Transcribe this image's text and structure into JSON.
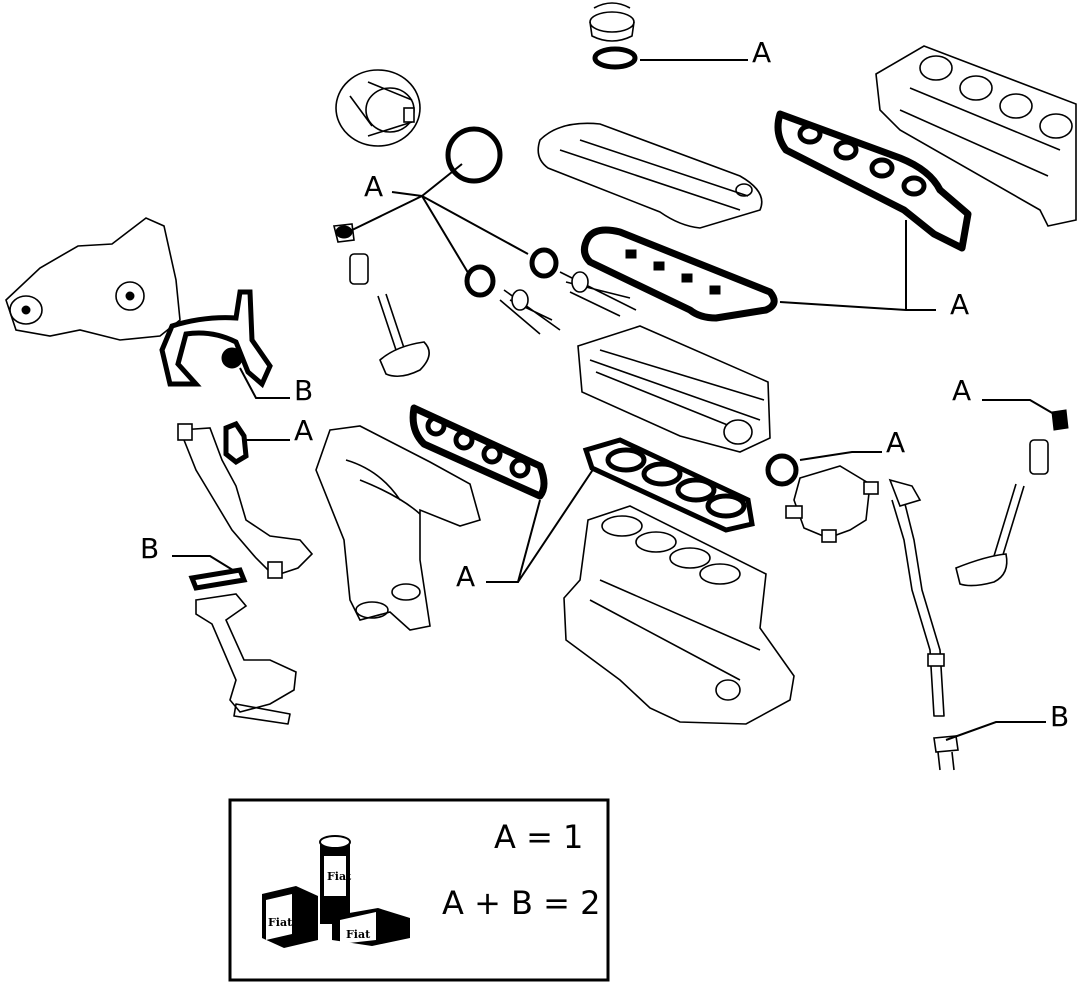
{
  "callouts": {
    "a_top": "A",
    "a_center_left": "A",
    "a_right_manifold": "A",
    "b_cover": "B",
    "a_thermostat": "A",
    "a_water_pump": "A",
    "a_right_valve": "A",
    "b_oil_pickup": "B",
    "a_head_gasket": "A",
    "b_bolt": "B"
  },
  "legend": {
    "line1": "A = 1",
    "line2": "A + B = 2",
    "brand_can": "Fiat",
    "brand_box_left": "Fiat",
    "brand_box_right": "Fiat"
  }
}
